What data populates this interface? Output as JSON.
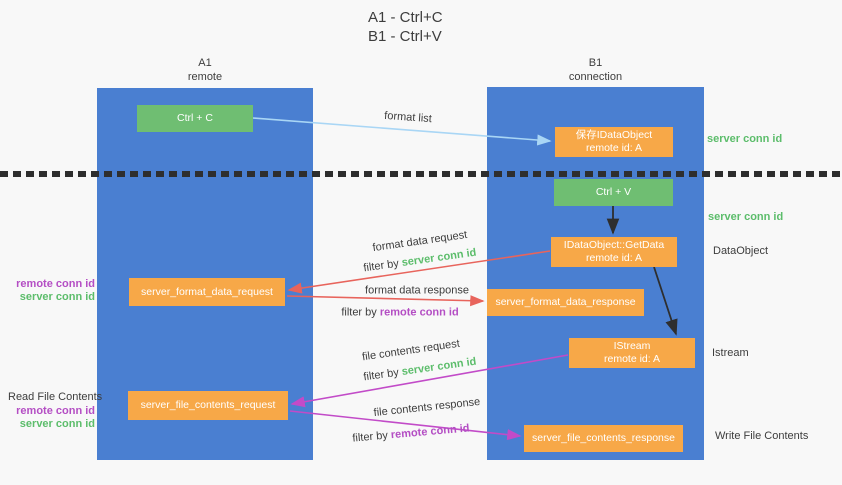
{
  "title": {
    "line1": "A1 - Ctrl+C",
    "line2": "B1 - Ctrl+V"
  },
  "lanes": {
    "left": {
      "name": "A1",
      "subtitle": "remote"
    },
    "right": {
      "name": "B1",
      "subtitle": "connection"
    }
  },
  "boxes": {
    "ctrl_c": {
      "label": "Ctrl + C"
    },
    "save_idataobject": {
      "line1": "保存IDataObject",
      "line2": "remote id: A"
    },
    "ctrl_v": {
      "label": "Ctrl + V"
    },
    "getdata": {
      "line1": "IDataObject::GetData",
      "line2": "remote id: A"
    },
    "format_request": {
      "label": "server_format_data_request"
    },
    "format_response": {
      "label": "server_format_data_response"
    },
    "istream": {
      "line1": "IStream",
      "line2": "remote id: A"
    },
    "file_request": {
      "label": "server_file_contents_request"
    },
    "file_response": {
      "label": "server_file_contents_response"
    }
  },
  "arrow_labels": {
    "format_list": "format list",
    "format_data_request": "format data request",
    "format_data_response": "format data response",
    "file_contents_request": "file contents request",
    "file_contents_response": "file contents response",
    "filter_by": "filter by",
    "server_conn_id": "server conn id",
    "remote_conn_id": "remote conn id"
  },
  "side_labels": {
    "server_conn_id_top": "server conn id",
    "server_conn_id_mid": "server conn id",
    "dataobject": "DataObject",
    "istream": "Istream",
    "read_file_contents": "Read File Contents",
    "write_file_contents": "Write File Contents",
    "remote_conn_id": "remote conn id",
    "server_conn_id": "server conn id"
  },
  "colors": {
    "lane_blue": "#4a7fd1",
    "box_green": "#6fbe72",
    "box_orange": "#f7a848",
    "arrow_red": "#e8645c",
    "arrow_magenta": "#c24bc8",
    "arrow_blue": "#a9d6f5",
    "arrow_black": "#2e2e2e",
    "text_green": "#5cbd6b",
    "text_purple": "#b44ec4",
    "text_dark": "#3d3d3d",
    "background": "#f8f8f8"
  }
}
